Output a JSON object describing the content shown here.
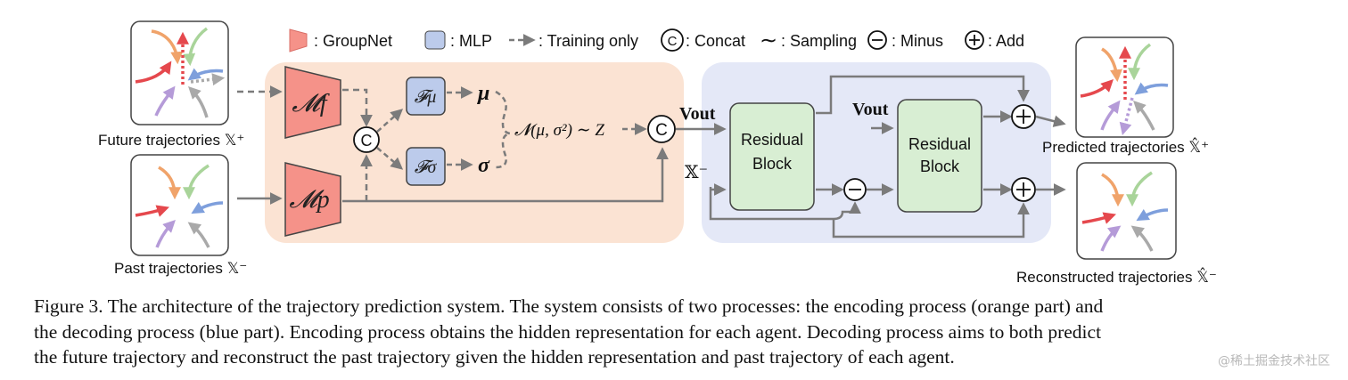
{
  "legend": {
    "groupnet_label": ": GroupNet",
    "mlp_label": ": MLP",
    "training_label": ": Training only",
    "concat_label": ": Concat",
    "sampling_label": ": Sampling",
    "minus_label": ": Minus",
    "add_label": ": Add",
    "concat_symbol": "C",
    "sampling_symbol": "∼"
  },
  "inputs": {
    "future_label": "Future trajectories 𝕏⁺",
    "past_label": "Past trajectories 𝕏⁻"
  },
  "encoder": {
    "mf_label": "𝓜f",
    "mp_label": "𝓜p",
    "concat_symbol": "C",
    "f_mu_label": "𝓕μ",
    "f_sigma_label": "𝓕σ",
    "mu_label": "μ",
    "sigma_label": "σ",
    "sampling_expr": "𝓝(μ, σ²) ∼ Z",
    "concat2_symbol": "C"
  },
  "decoder": {
    "vout_label_1": "Vout",
    "vout_label_2": "Vout",
    "x_minus_label": "𝕏⁻",
    "block1_line1": "Residual",
    "block1_line2": "Block",
    "block2_line1": "Residual",
    "block2_line2": "Block"
  },
  "outputs": {
    "predicted_label": "Predicted trajectories 𝕏̂⁺",
    "reconstructed_label": "Reconstructed trajectories 𝕏̂⁻"
  },
  "caption": {
    "line1": "Figure 3. The architecture of the trajectory prediction system. The system consists of two processes: the encoding process (orange part) and",
    "line2": "the decoding process (blue part). Encoding process obtains the hidden representation for each agent. Decoding process aims to both predict",
    "line3": "the future trajectory and reconstruct the past trajectory given the hidden representation and past trajectory of each agent."
  },
  "watermark": "@稀土掘金技术社区",
  "colors": {
    "encoder_bg": "#fbe3d3",
    "decoder_bg": "#e4e8f7",
    "groupnet": "#f59289",
    "mlp": "#bccbeb",
    "residual_block": "#d8eed3",
    "arrow": "#7b7b7b",
    "trajectory_red": "#e5484d",
    "trajectory_orange": "#f0a36a",
    "trajectory_green": "#a9d49a",
    "trajectory_blue": "#7e9fdc",
    "trajectory_purple": "#b59bd8",
    "trajectory_gray": "#a9a9a9"
  }
}
